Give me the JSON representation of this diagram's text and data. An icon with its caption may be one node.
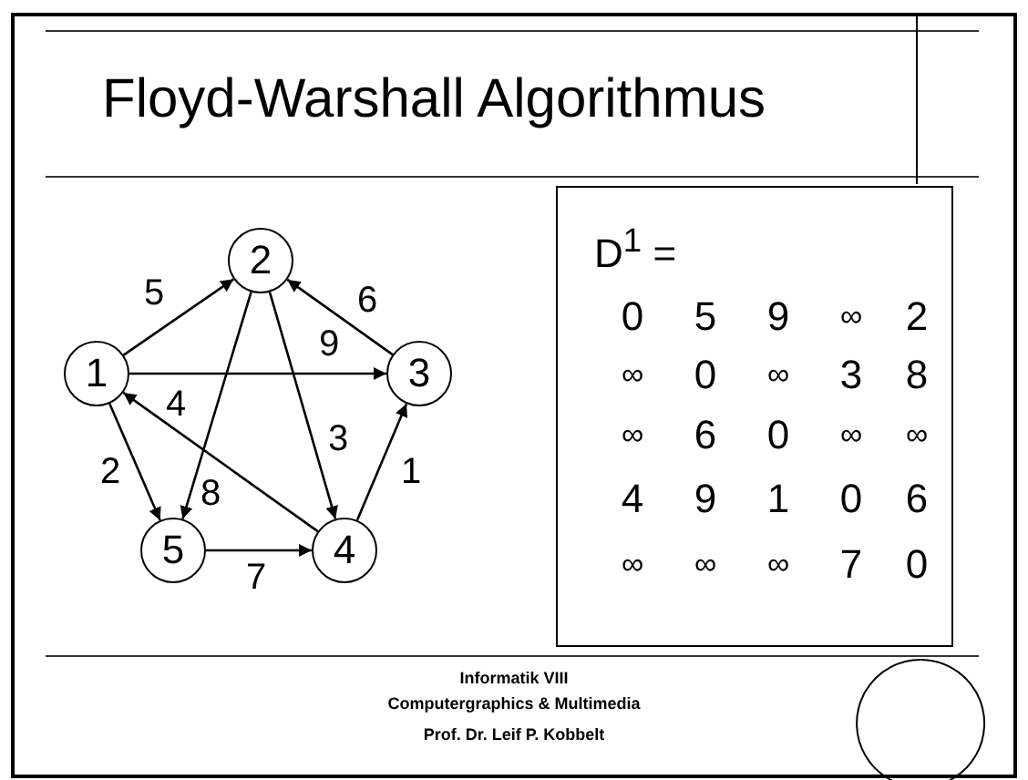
{
  "diagram": {
    "title": "Floyd-Warshall Algorithmus",
    "nodes": [
      {
        "text": [
          "1"
        ]
      },
      {
        "text": [
          "2"
        ]
      },
      {
        "text": [
          "3"
        ]
      },
      {
        "text": [
          "4"
        ]
      },
      {
        "text": [
          "5"
        ]
      },
      {
        "text": [
          "D$^{1}$ ="
        ]
      }
    ],
    "edges": [
      {
        "from": 0,
        "to": 1,
        "arrow": "to",
        "label": "5"
      },
      {
        "from": 0,
        "to": 2,
        "arrow": "to",
        "label": "9"
      },
      {
        "from": 0,
        "to": 4,
        "arrow": "to",
        "label": "2"
      },
      {
        "from": 1,
        "to": 4,
        "arrow": "to",
        "label": "8"
      },
      {
        "from": 1,
        "to": 3,
        "arrow": "to",
        "label": "3"
      },
      {
        "from": 2,
        "to": 1,
        "arrow": "to",
        "label": "6"
      },
      {
        "from": 3,
        "to": 0,
        "arrow": "to",
        "label": "4"
      },
      {
        "from": 3,
        "to": 2,
        "arrow": "to",
        "label": "1"
      },
      {
        "from": 4,
        "to": 3,
        "arrow": "to",
        "label": "7"
      }
    ],
    "labels": [
      "0",
      "5",
      "9",
      "∞",
      "2",
      "∞",
      "0",
      "∞",
      "3",
      "8",
      "∞",
      "6",
      "0",
      "∞",
      "∞",
      "4",
      "9",
      "1",
      "0",
      "6",
      "∞",
      "∞",
      "∞",
      "7",
      "0",
      "Informatik VIII",
      "Computergraphics & Multimedia",
      "Prof. Dr. Leif P. Kobbelt"
    ]
  }
}
